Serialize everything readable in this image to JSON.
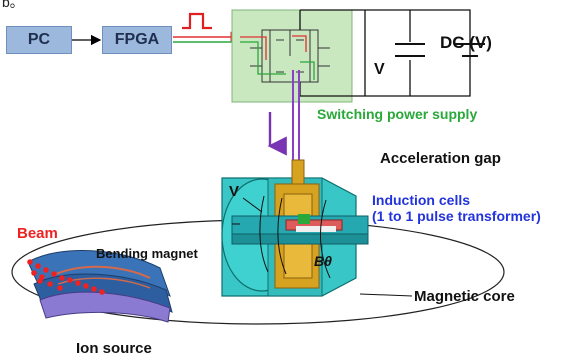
{
  "blocks": {
    "pc": "PC",
    "fpga": "FPGA"
  },
  "labels": {
    "dc": "DC (V)",
    "v_supply": "V",
    "switching": "Switching power supply",
    "gap": "Acceleration gap",
    "cells_line1": "Induction cells",
    "cells_line2": "(1 to 1 pulse transformer)",
    "v_gap": "V",
    "b_theta": "Bθ",
    "beam": "Beam",
    "bending": "Bending magnet",
    "core": "Magnetic core",
    "ion": "Ion source",
    "corner": "b。"
  },
  "colors": {
    "block_fill": "#9cb8dc",
    "supply_fill": "#c9e8c0",
    "pulse": "#e02020",
    "switching_text": "#2aa83a",
    "cells_text": "#2233dd",
    "beam_text": "#ee2222",
    "wire_purple": "#8b40c8",
    "cell_body": "#39c6c6",
    "cell_core": "#d7a21f"
  }
}
